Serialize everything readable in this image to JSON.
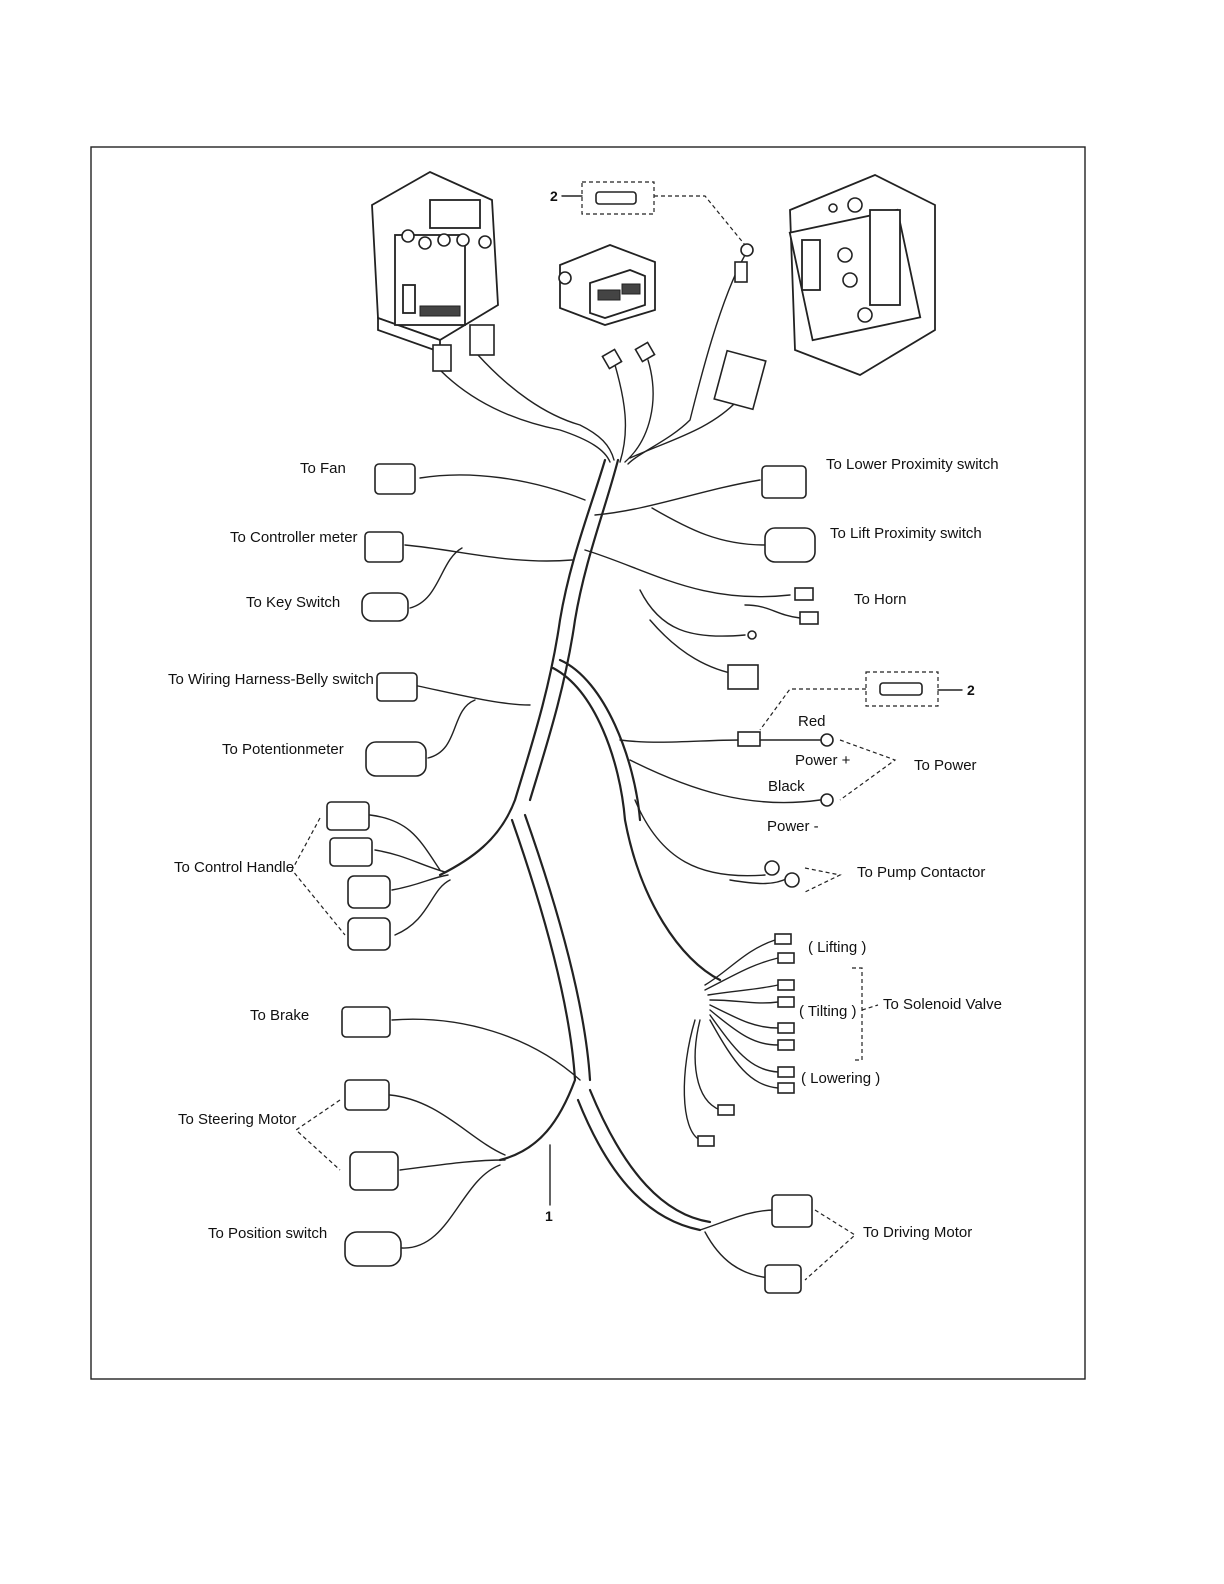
{
  "labels": {
    "fan": "To Fan",
    "controller_meter": "To Controller meter",
    "key_switch": "To Key Switch",
    "wiring_harness_belly": "To  Wiring Harness-Belly switch",
    "potentiometer": "To Potentionmeter",
    "control_handle": "To Control Handle",
    "brake": "To  Brake",
    "steering_motor": "To Steering Motor",
    "position_switch": "To Position switch",
    "lower_proximity": "To  Lower Proximity switch",
    "lift_proximity": "To  Lift Proximity switch",
    "horn": "To Horn",
    "red": "Red",
    "power_plus": "Power +",
    "to_power": "To Power",
    "black": "Black",
    "power_minus": "Power -",
    "pump_contactor": "To Pump Contactor",
    "lifting": "( Lifting )",
    "tilting": "( Tilting )",
    "solenoid_valve": "To Solenoid Valve",
    "lowering": "( Lowering )",
    "driving_motor": "To Driving Motor"
  },
  "callouts": {
    "fuse_top": "2",
    "fuse_right": "2",
    "harness": "1"
  }
}
